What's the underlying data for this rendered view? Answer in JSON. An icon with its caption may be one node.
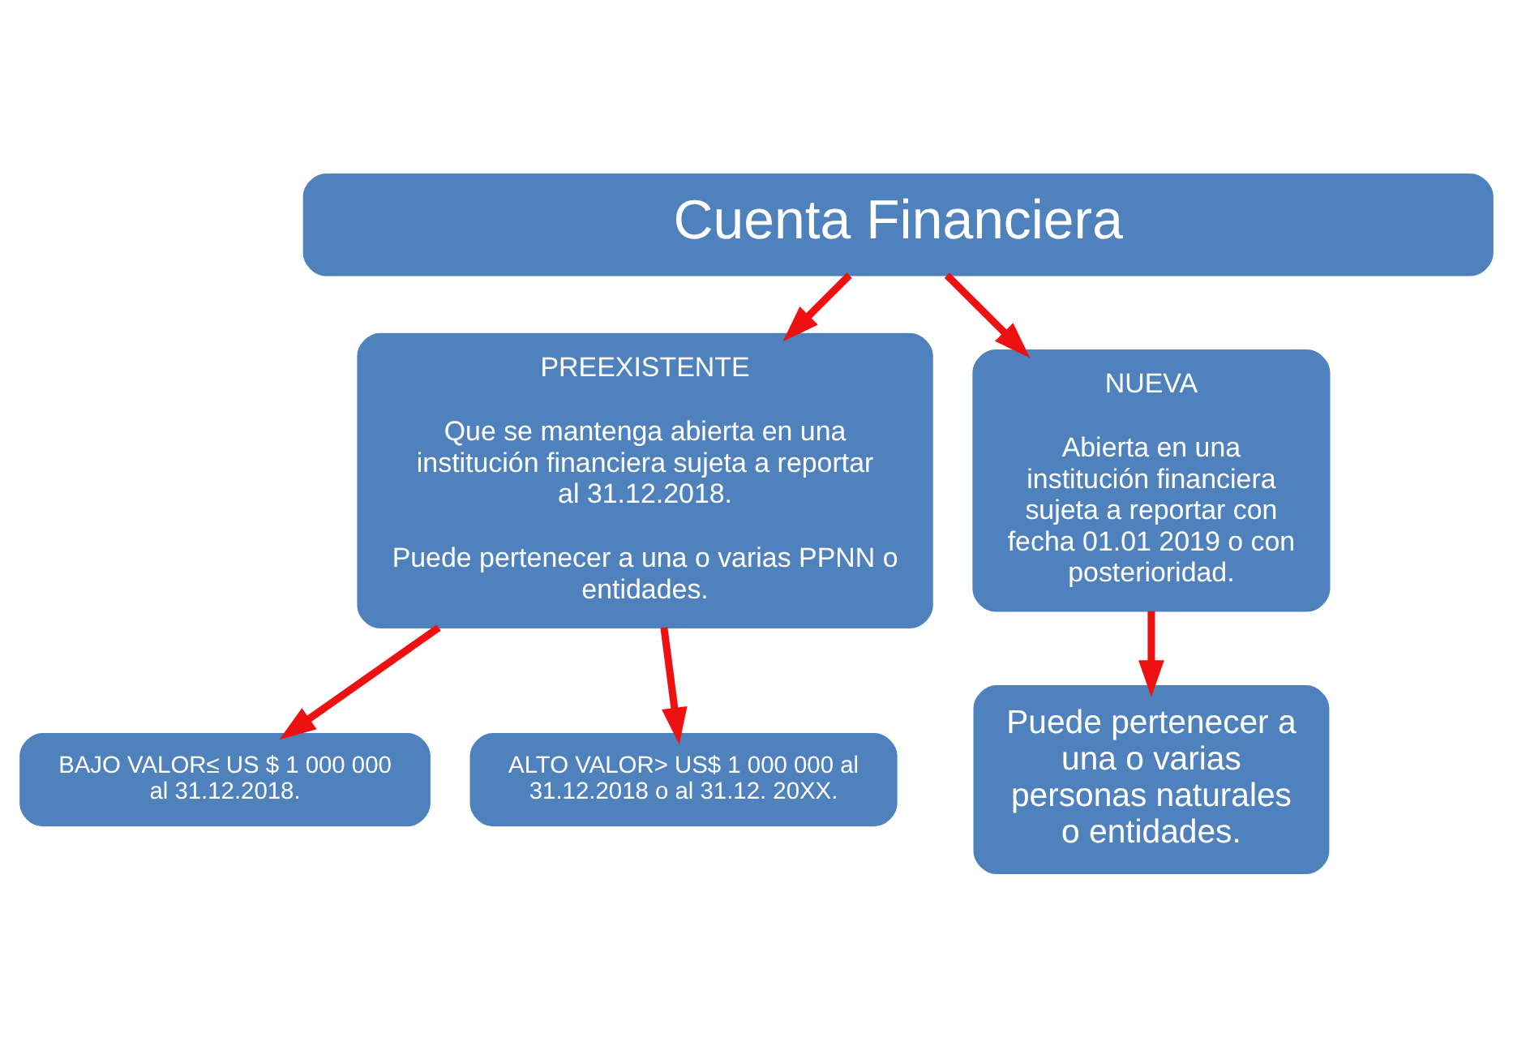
{
  "diagram": {
    "nodes": [
      {
        "text": [
          "Cuenta Financiera"
        ]
      },
      {
        "text": [
          "PREEXISTENTE",
          "Que se mantenga abierta en una institución financiera sujeta a reportar al 31.12.2018.",
          "Puede pertenecer a una o varias PPNN o entidades."
        ]
      },
      {
        "text": [
          "NUEVA",
          "Abierta en una institución financiera sujeta a reportar con fecha 01.01 2019 o con posterioridad."
        ]
      },
      {
        "text": [
          "BAJO VALOR≤ US $ 1 000 000 al 31.12.2018."
        ]
      },
      {
        "text": [
          "ALTO VALOR> US$ 1 000 000 al 31.12.2018 o al 31.12. 20XX."
        ]
      },
      {
        "text": [
          "Puede pertenecer a una o varias personas naturales o entidades."
        ]
      }
    ],
    "edges": [
      {
        "from": 0,
        "to": 1,
        "arrow": "to"
      },
      {
        "from": 0,
        "to": 2,
        "arrow": "to"
      },
      {
        "from": 1,
        "to": 3,
        "arrow": "to"
      },
      {
        "from": 1,
        "to": 4,
        "arrow": "to"
      },
      {
        "from": 2,
        "to": 5,
        "arrow": "to"
      }
    ]
  }
}
